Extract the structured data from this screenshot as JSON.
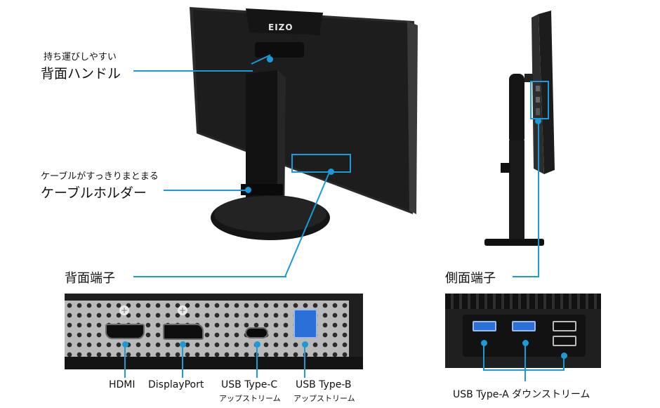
{
  "brand": "EIZO",
  "callouts": {
    "handle_sub": "持ち運びしやすい",
    "handle_main": "背面ハンドル",
    "holder_sub": "ケーブルがすっきりまとまる",
    "holder_main": "ケーブルホルダー",
    "rear_ports": "背面端子",
    "side_ports": "側面端子"
  },
  "rear_port_labels": [
    {
      "name": "HDMI",
      "sub": ""
    },
    {
      "name": "DisplayPort",
      "sub": ""
    },
    {
      "name": "USB Type-C",
      "sub": "アップストリーム"
    },
    {
      "name": "USB Type-B",
      "sub": "アップストリーム"
    }
  ],
  "side_port_label": "USB Type-A ダウンストリーム",
  "accent_color": "#1a9bd7",
  "usb_blue": "#2b6fd8"
}
